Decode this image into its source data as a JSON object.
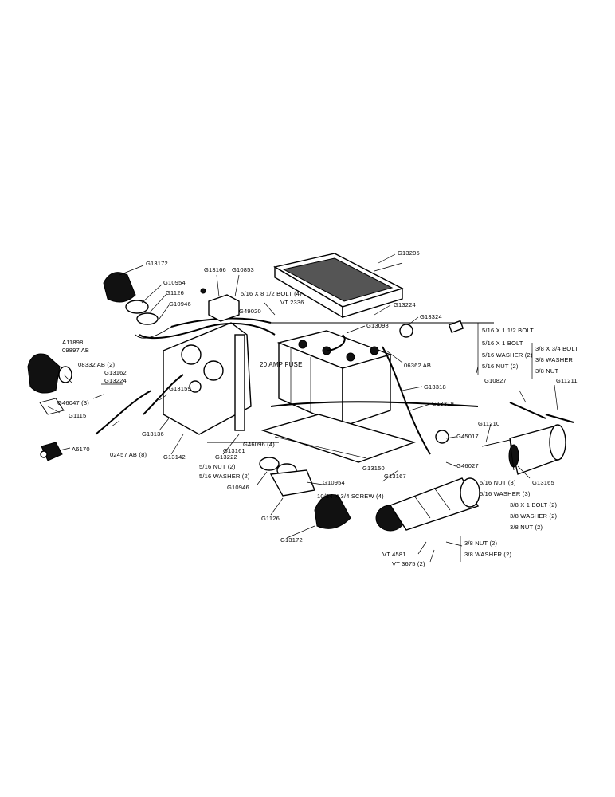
{
  "parts": {
    "headlight_upper": "G13172",
    "gasket_upper": "G10954",
    "bracket_upper": "G1126",
    "socket_upper": "G10946",
    "regulator": "G13166",
    "regulator_cover": "G10853",
    "reg_bolt": "5/16 X 8 1/2 BOLT (4)",
    "connector": "G49020",
    "battery_hold": "VT 2336",
    "radiator": "G13205",
    "battery_cable": "G13224",
    "cable_clamp": "G13098",
    "terminal_cap": "G13324",
    "insulator": "06362 AB",
    "fuse": "20 AMP FUSE",
    "cable_long": "G13318",
    "cable_2": "G13319",
    "floodlamp": "A11898",
    "floodlamp_2": "09897 AB",
    "clip": "08332 AB (2)",
    "wire_a": "G13162",
    "wire_b": "G13224",
    "grommet": "G46047 (3)",
    "plug": "G1115",
    "switch": "G13159",
    "ign_switch": "G13136",
    "rivet": "02457 AB (8)",
    "key_switch": "G13142",
    "tail_bracket": "A6170",
    "clip_b": "G46096 (4)",
    "harness_1": "G13161",
    "harness_2": "G13222",
    "nut_1": "5/16 NUT (2)",
    "washer_1": "5/16 WASHER (2)",
    "socket_lower": "G10946",
    "gasket_lower": "G10954",
    "screw": "10/24 X 3/4 SCREW (4)",
    "bracket_lower": "G1126",
    "headlight_lower": "G13172",
    "battery_tray": "G13150",
    "cable_3": "G13167",
    "clamp": "G45017",
    "clamp_2": "G46027",
    "gen_bracket": "G11210",
    "gen_bolt_hw": [
      "5/16 NUT (3)",
      "5/16 WASHER (3)"
    ],
    "gen_bolt_2": [
      "3/8 X 1 BOLT (2)",
      "3/8 WASHER (2)",
      "3/8 NUT (2)"
    ],
    "generator": "G13165",
    "starter_mount_1": "VT 4581",
    "starter_mount_2": "VT 3675 (2)",
    "starter_hw": [
      "3/8 NUT (2)",
      "3/8 WASHER (2)"
    ],
    "brace": "G10827",
    "brace_2": "G11211",
    "brace_hw_1": [
      "5/16 X 1 1/2 BOLT",
      "5/16 X 1 BOLT",
      "5/16 WASHER (2)",
      "5/16 NUT (2)"
    ],
    "brace_hw_2": [
      "3/8 X 3/4 BOLT",
      "3/8 WASHER",
      "3/8 NUT"
    ]
  }
}
